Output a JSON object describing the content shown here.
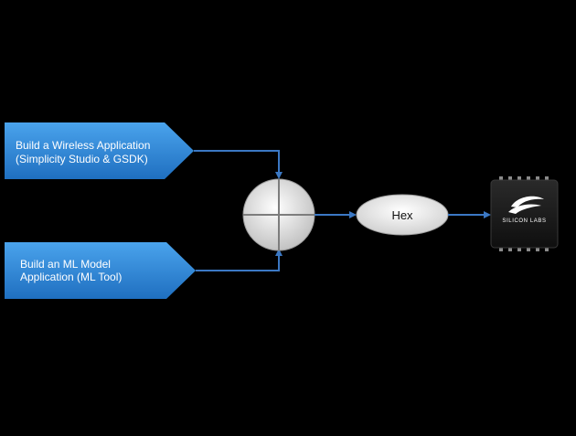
{
  "diagram": {
    "inputs": [
      {
        "line1": "Build a Wireless Application",
        "line2": "(Simplicity Studio & GSDK)"
      },
      {
        "line1": "Build an ML Model",
        "line2": "Application (ML Tool)"
      }
    ],
    "combiner": {
      "icon": "summing-junction-icon"
    },
    "output": {
      "label": "Hex"
    },
    "chip": {
      "icon": "silicon-labs-logo-icon",
      "logo_text": "SILICON LABS"
    },
    "colors": {
      "background": "#000000",
      "pentagon_blue": "#2f86d6",
      "connector_blue": "#3b78c4",
      "node_white": "#ffffff",
      "node_gray": "#cfcfcf",
      "chip_dark": "#1a1a1a"
    }
  }
}
